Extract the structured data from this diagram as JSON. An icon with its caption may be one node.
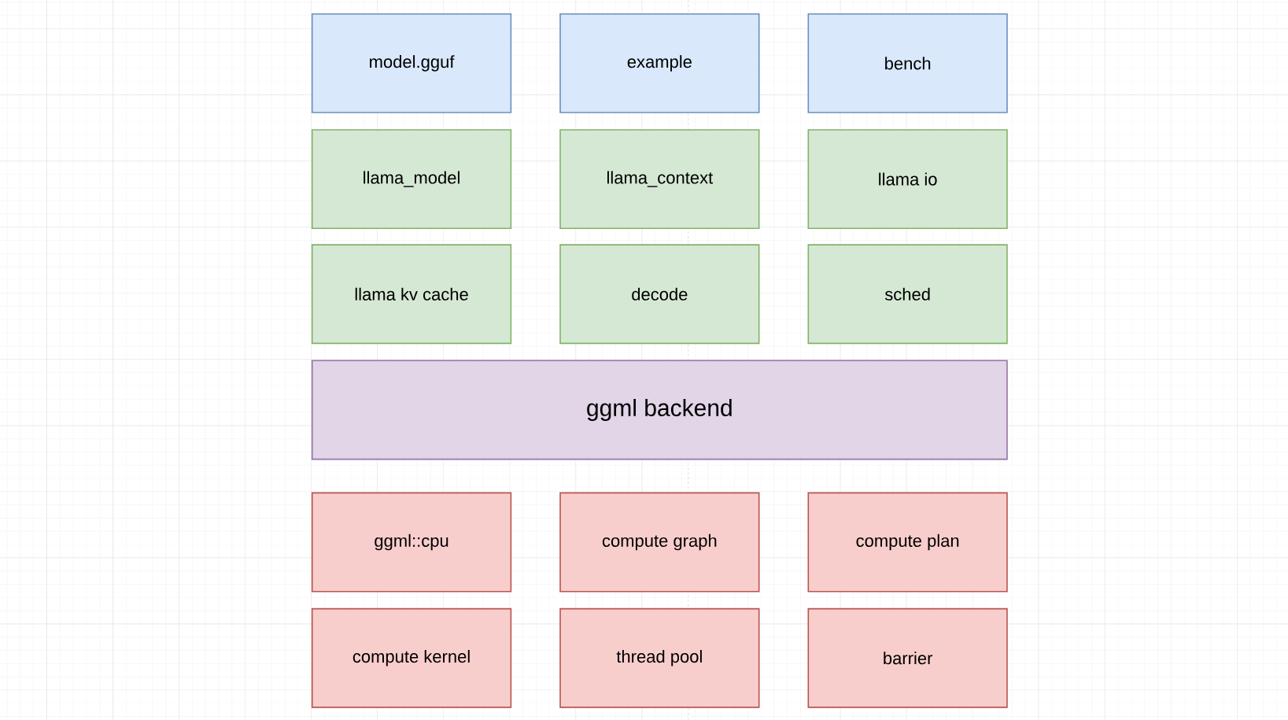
{
  "diagram": {
    "nodes": [
      {
        "text": [
          "model.gguf"
        ]
      },
      {
        "text": [
          "example"
        ]
      },
      {
        "text": [
          "bench"
        ]
      },
      {
        "text": [
          "llama_model"
        ]
      },
      {
        "text": [
          "llama_context"
        ]
      },
      {
        "text": [
          "llama io"
        ]
      },
      {
        "text": [
          "llama kv cache"
        ]
      },
      {
        "text": [
          "decode"
        ]
      },
      {
        "text": [
          "sched"
        ]
      },
      {
        "text": [
          "ggml backend"
        ]
      },
      {
        "text": [
          "ggml::cpu"
        ]
      },
      {
        "text": [
          "compute graph"
        ]
      },
      {
        "text": [
          "compute plan"
        ]
      },
      {
        "text": [
          "compute kernel"
        ]
      },
      {
        "text": [
          "thread pool"
        ]
      },
      {
        "text": [
          "barrier"
        ]
      }
    ]
  }
}
